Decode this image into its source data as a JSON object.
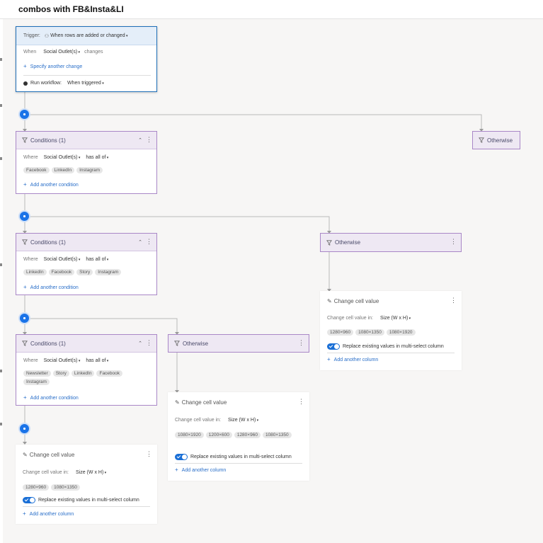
{
  "header": {
    "title": "combos with FB&Insta&LI"
  },
  "trigger": {
    "label": "Trigger:",
    "event": "When rows are added or changed",
    "when_label": "When",
    "field": "Social Outlet(s)",
    "changes": "changes",
    "specify_link": "Specify another change",
    "run_label": "Run workflow:",
    "run_value": "When triggered"
  },
  "cond1": {
    "title": "Conditions (1)",
    "where": "Where",
    "field": "Social Outlet(s)",
    "op": "has all of",
    "values": [
      "Facebook",
      "LinkedIn",
      "Instagram"
    ],
    "add": "Add another condition"
  },
  "cond2": {
    "title": "Conditions (1)",
    "where": "Where",
    "field": "Social Outlet(s)",
    "op": "has all of",
    "values": [
      "LinkedIn",
      "Facebook",
      "Story",
      "Instagram"
    ],
    "add": "Add another condition"
  },
  "cond3": {
    "title": "Conditions (1)",
    "where": "Where",
    "field": "Social Outlet(s)",
    "op": "has all of",
    "values": [
      "Newsletter",
      "Story",
      "LinkedIn",
      "Facebook",
      "Instagram"
    ],
    "add": "Add another condition"
  },
  "otherwise": {
    "label": "Otherwise"
  },
  "cv_right": {
    "title": "Change cell value",
    "label": "Change cell value in:",
    "column": "Size (W x H)",
    "values": [
      "1280×960",
      "1080×1350",
      "1080×1920"
    ],
    "replace": "Replace existing values in multi-select column",
    "add": "Add another column"
  },
  "cv_mid": {
    "title": "Change cell value",
    "label": "Change cell value in:",
    "column": "Size (W x H)",
    "values": [
      "1080×1920",
      "1200×600",
      "1280×960",
      "1080×1350"
    ],
    "replace": "Replace existing values in multi-select column",
    "add": "Add another column"
  },
  "cv_left": {
    "title": "Change cell value",
    "label": "Change cell value in:",
    "column": "Size (W x H)",
    "values": [
      "1280×960",
      "1080×1350"
    ],
    "replace": "Replace existing values in multi-select column",
    "add": "Add another column"
  },
  "colors": {
    "accent": "#1a73e8",
    "condition_border": "#a987c7",
    "trigger_border": "#1f6fb8"
  }
}
